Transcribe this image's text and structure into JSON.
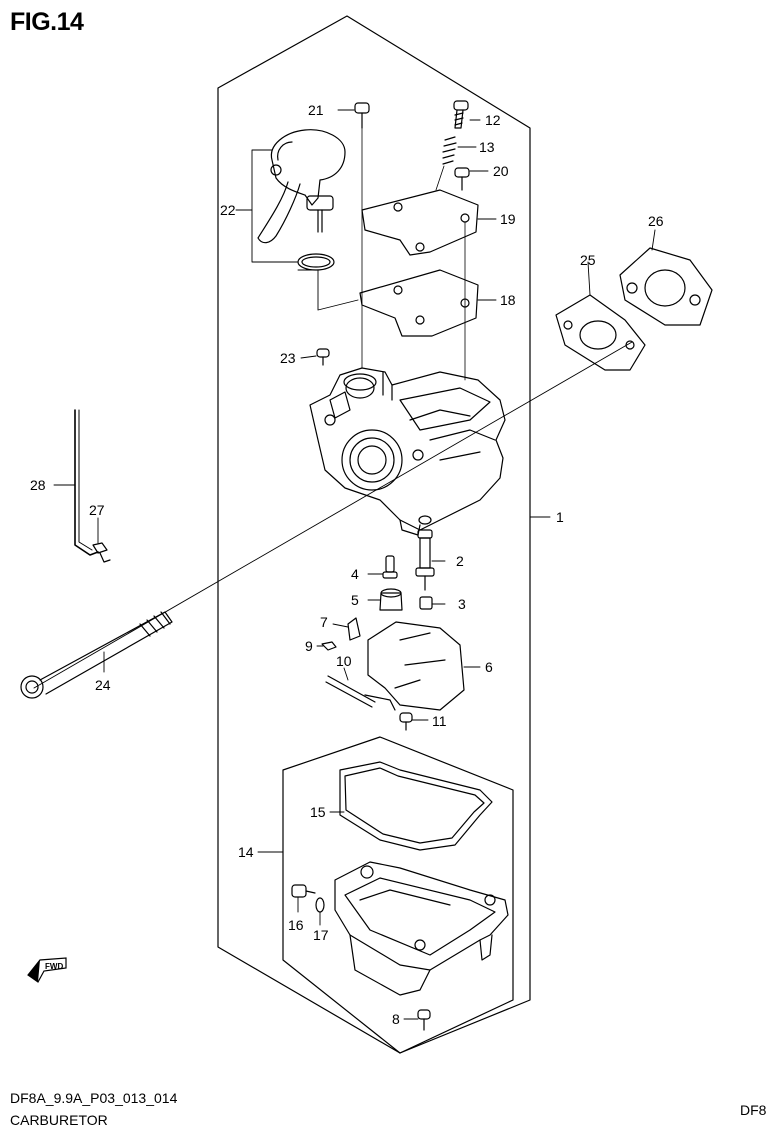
{
  "figure": {
    "title": "FIG.14"
  },
  "callouts": {
    "c1": "1",
    "c2": "2",
    "c3": "3",
    "c4": "4",
    "c5": "5",
    "c6": "6",
    "c7": "7",
    "c8": "8",
    "c9": "9",
    "c10": "10",
    "c11": "11",
    "c12": "12",
    "c13": "13",
    "c14": "14",
    "c15": "15",
    "c16": "16",
    "c17": "17",
    "c18": "18",
    "c19": "19",
    "c20": "20",
    "c21": "21",
    "c22": "22",
    "c23": "23",
    "c24": "24",
    "c25": "25",
    "c26": "26",
    "c27": "27",
    "c28": "28"
  },
  "fwd_icon": {
    "name": "forward-arrow-icon",
    "text": "FWD"
  },
  "footer": {
    "code": "DF8A_9.9A_P03_013_014",
    "name": "CARBURETOR",
    "right": "DF8"
  }
}
